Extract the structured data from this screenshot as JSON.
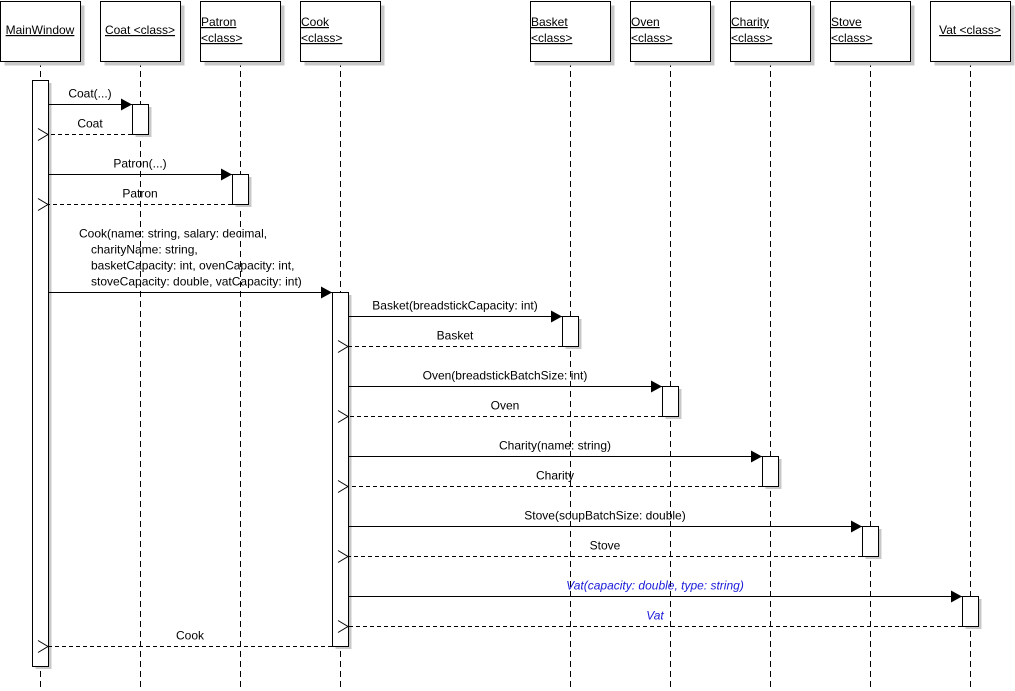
{
  "participants": [
    {
      "id": "mainwindow",
      "lines": [
        "MainWindow"
      ]
    },
    {
      "id": "coat",
      "lines": [
        "Coat <class>"
      ]
    },
    {
      "id": "patron",
      "lines": [
        "Patron",
        "<class>"
      ]
    },
    {
      "id": "cook",
      "lines": [
        "Cook",
        "<class>"
      ]
    },
    {
      "id": "basket",
      "lines": [
        "Basket",
        "<class>"
      ]
    },
    {
      "id": "oven",
      "lines": [
        "Oven",
        "<class>"
      ]
    },
    {
      "id": "charity",
      "lines": [
        "Charity",
        "<class>"
      ]
    },
    {
      "id": "stove",
      "lines": [
        "Stove",
        "<class>"
      ]
    },
    {
      "id": "vat",
      "lines": [
        "Vat <class>"
      ]
    }
  ],
  "messages": [
    {
      "from": "mainwindow",
      "to": "coat",
      "kind": "call",
      "lines": [
        "Coat(...)"
      ],
      "color": "#000000"
    },
    {
      "from": "coat",
      "to": "mainwindow",
      "kind": "return",
      "lines": [
        "Coat"
      ],
      "color": "#000000"
    },
    {
      "from": "mainwindow",
      "to": "patron",
      "kind": "call",
      "lines": [
        "Patron(...)"
      ],
      "color": "#000000"
    },
    {
      "from": "patron",
      "to": "mainwindow",
      "kind": "return",
      "lines": [
        "Patron"
      ],
      "color": "#000000"
    },
    {
      "from": "mainwindow",
      "to": "cook",
      "kind": "call",
      "lines": [
        "Cook(name: string, salary: decimal,",
        "charityName: string,",
        "basketCapacity: int, ovenCapacity: int,",
        "stoveCapacity: double, vatCapacity: int)"
      ],
      "color": "#000000"
    },
    {
      "from": "cook",
      "to": "basket",
      "kind": "call",
      "lines": [
        "Basket(breadstickCapacity: int)"
      ],
      "color": "#000000"
    },
    {
      "from": "basket",
      "to": "cook",
      "kind": "return",
      "lines": [
        "Basket"
      ],
      "color": "#000000"
    },
    {
      "from": "cook",
      "to": "oven",
      "kind": "call",
      "lines": [
        "Oven(breadstickBatchSize: int)"
      ],
      "color": "#000000"
    },
    {
      "from": "oven",
      "to": "cook",
      "kind": "return",
      "lines": [
        "Oven"
      ],
      "color": "#000000"
    },
    {
      "from": "cook",
      "to": "charity",
      "kind": "call",
      "lines": [
        "Charity(name: string)"
      ],
      "color": "#000000"
    },
    {
      "from": "charity",
      "to": "cook",
      "kind": "return",
      "lines": [
        "Charity"
      ],
      "color": "#000000"
    },
    {
      "from": "cook",
      "to": "stove",
      "kind": "call",
      "lines": [
        "Stove(soupBatchSize: double)"
      ],
      "color": "#000000"
    },
    {
      "from": "stove",
      "to": "cook",
      "kind": "return",
      "lines": [
        "Stove"
      ],
      "color": "#000000"
    },
    {
      "from": "cook",
      "to": "vat",
      "kind": "call",
      "lines": [
        "Vat(capacity: double, type: string)"
      ],
      "color": "#1a1ad9"
    },
    {
      "from": "vat",
      "to": "cook",
      "kind": "return",
      "lines": [
        "Vat"
      ],
      "color": "#1a1ad9"
    },
    {
      "from": "cook",
      "to": "mainwindow",
      "kind": "return",
      "lines": [
        "Cook"
      ],
      "color": "#000000"
    }
  ]
}
